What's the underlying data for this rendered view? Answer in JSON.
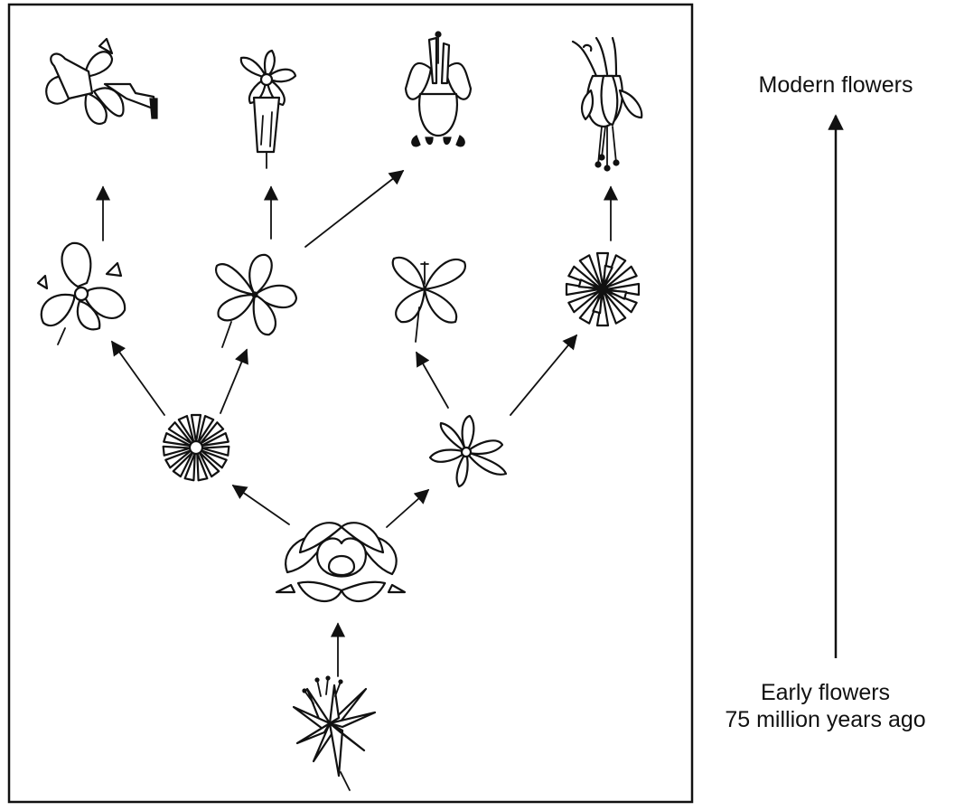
{
  "diagram": {
    "top_label": "Modern flowers",
    "bottom_label_line1": "Early flowers",
    "bottom_label_line2": "75 million years ago"
  },
  "icons": [
    "flower-icon-early",
    "flower-icon-ancestor",
    "flower-icon-daisy-left",
    "flower-icon-star-right",
    "flower-icon-orchid-a",
    "flower-icon-five-petal",
    "flower-icon-four-petal",
    "flower-icon-aster",
    "flower-icon-trumpet",
    "flower-icon-tubular",
    "flower-icon-lily",
    "flower-icon-columbine"
  ]
}
